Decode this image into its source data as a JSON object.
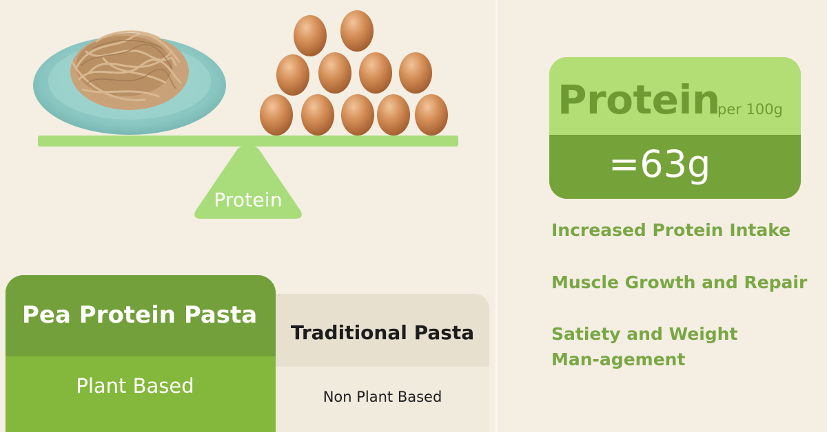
{
  "scale": {
    "fulcrum_label": "Protein"
  },
  "comparison": {
    "pea": {
      "title": "Pea Protein Pasta",
      "value": "Plant Based"
    },
    "traditional": {
      "title": "Traditional Pasta",
      "value": "Non Plant Based"
    }
  },
  "protein_box": {
    "word": "Protein",
    "per": "per 100g",
    "value": "=63g"
  },
  "benefits": [
    "Increased Protein Intake",
    "Muscle Growth and Repair",
    "Satiety and Weight Man-agement"
  ],
  "colors": {
    "background": "#f4eee3",
    "green_dark": "#73a03b",
    "green_mid": "#84b83c",
    "green_light": "#b3de75",
    "beam": "#a9dd7b",
    "plate": "#8ec9c5",
    "egg": "#c77e49"
  },
  "icons": {
    "plate": "pasta-plate-icon",
    "eggs": "egg-pyramid-icon",
    "fulcrum": "scale-fulcrum-icon"
  }
}
